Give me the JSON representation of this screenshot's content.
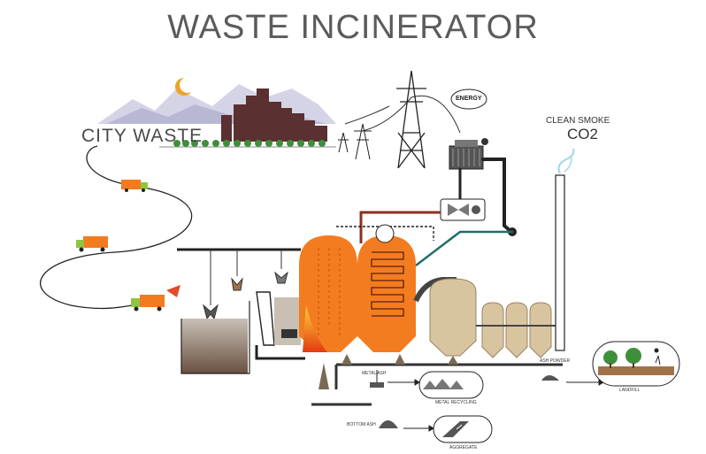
{
  "title": "WASTE INCINERATOR",
  "labels": {
    "city_waste": "CITY WASTE",
    "energy": "ENERGY",
    "clean_smoke": "CLEAN SMOKE",
    "co2": "CO2",
    "metal_ash": "METAL ASH",
    "metal_recycling": "METAL RECYCLING",
    "bottom_ash": "BOTTOM ASH",
    "aggregate": "AGGREGATE",
    "ash_powder": "ASH POWDER",
    "landfill": "LANDFILL"
  },
  "colors": {
    "boiler": "#f47c20",
    "boiler_dark": "#c85a10",
    "pipe_dark": "#3b2a2a",
    "pipe_red": "#8c2f1f",
    "pipe_teal": "#1f6e6b",
    "silo": "#d9c4a0",
    "buildings": "#5a3030",
    "mountains": "#c9c9dc"
  }
}
